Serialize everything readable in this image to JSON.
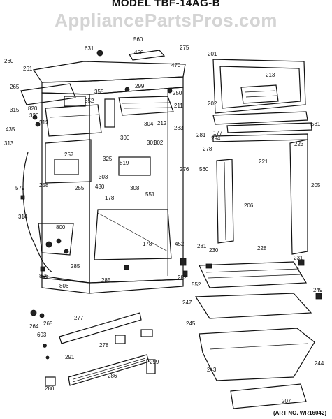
{
  "title": "MODEL TBF-14AG-B",
  "watermark": "AppliancePartsPros.com",
  "art_number": "(ART NO. WR16042)",
  "callouts": [
    "631",
    "560",
    "450",
    "275",
    "260",
    "261",
    "265",
    "201",
    "213",
    "470",
    "299",
    "355",
    "250",
    "352",
    "211",
    "315",
    "820",
    "320",
    "312",
    "304",
    "212",
    "202",
    "435",
    "283",
    "281",
    "581",
    "300",
    "301",
    "302",
    "177",
    "278",
    "294",
    "223",
    "257",
    "313",
    "325",
    "303",
    "819",
    "276",
    "560",
    "221",
    "205",
    "258",
    "255",
    "430",
    "178",
    "308",
    "551",
    "579",
    "206",
    "314",
    "800",
    "178",
    "452",
    "281",
    "230",
    "228",
    "231",
    "285",
    "282",
    "552",
    "249",
    "247",
    "245",
    "806",
    "806",
    "285",
    "264",
    "265",
    "277",
    "603",
    "278",
    "291",
    "243",
    "299",
    "244",
    "286",
    "280",
    "207"
  ]
}
